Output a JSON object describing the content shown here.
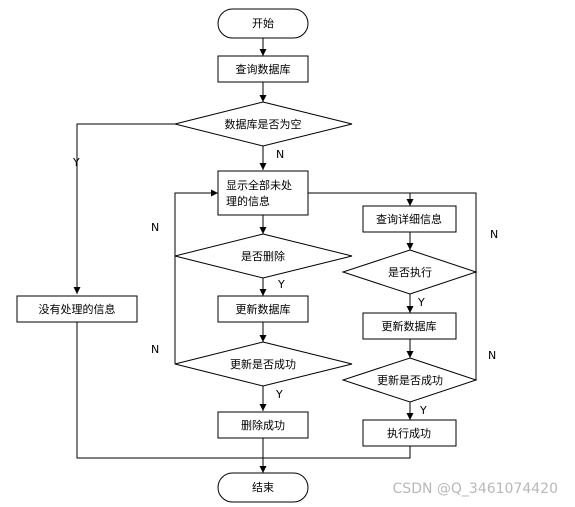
{
  "nodes": {
    "start": "开始",
    "query_db": "查询数据库",
    "db_empty": "数据库是否为空",
    "show_line1": "显示全部未处",
    "show_line2": "理的信息",
    "no_info": "没有处理的信息",
    "confirm_delete": "是否删除",
    "update_db_left": "更新数据库",
    "update_success_left": "更新是否成功",
    "delete_success": "删除成功",
    "query_detail": "查询详细信息",
    "confirm_execute": "是否执行",
    "update_db_right": "更新数据库",
    "update_success_right": "更新是否成功",
    "execute_success": "执行成功",
    "end": "结束"
  },
  "edge_labels": {
    "empty_yes": "Y",
    "empty_no": "N",
    "delete_no": "N",
    "delete_yes": "Y",
    "update_left_no": "N",
    "update_left_yes": "Y",
    "execute_no": "N",
    "execute_yes": "Y",
    "update_right_no": "N",
    "update_right_yes": "Y"
  },
  "watermark": "CSDN @Q_3461074420"
}
